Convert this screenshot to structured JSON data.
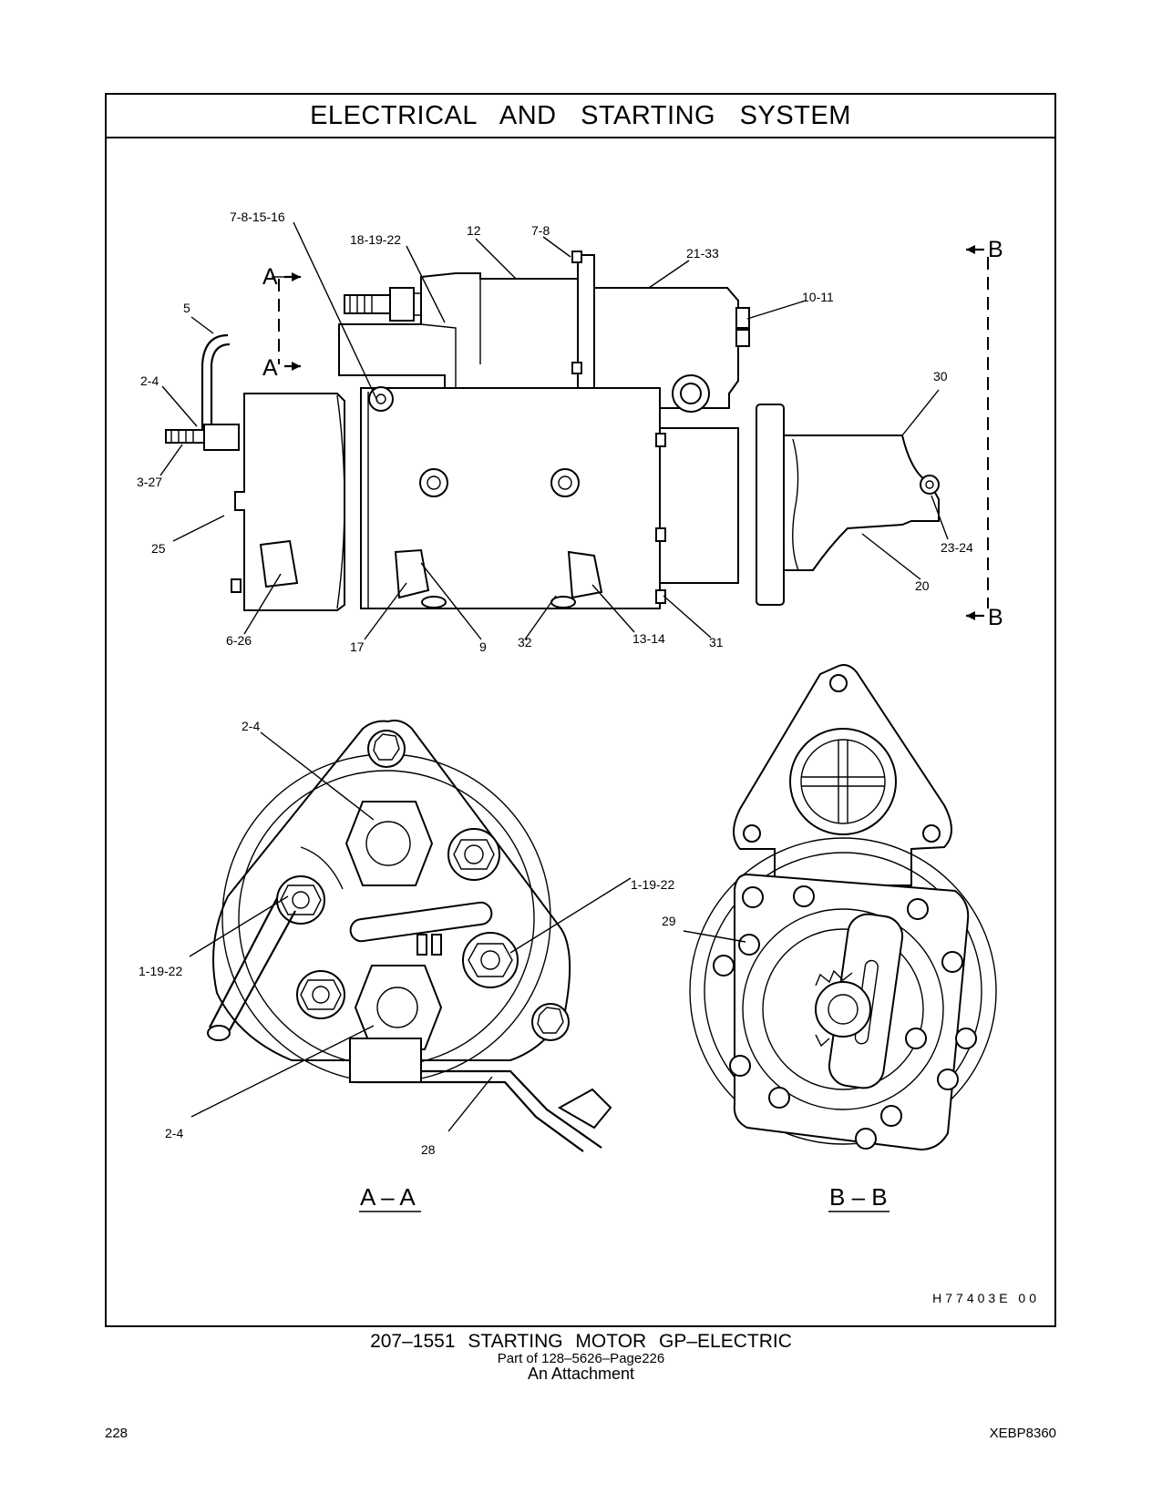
{
  "header": {
    "title": "ELECTRICAL AND STARTING SYSTEM"
  },
  "callouts": {
    "c_7_8_15_16": "7-8-15-16",
    "c_18_19_22": "18-19-22",
    "c_12": "12",
    "c_7_8": "7-8",
    "c_21_33": "21-33",
    "c_10_11": "10-11",
    "c_5": "5",
    "c_2_4_top": "2-4",
    "c_3_27": "3-27",
    "c_25": "25",
    "c_6_26": "6-26",
    "c_17": "17",
    "c_9": "9",
    "c_32": "32",
    "c_13_14": "13-14",
    "c_31": "31",
    "c_30": "30",
    "c_23_24": "23-24",
    "c_20": "20",
    "c_2_4_a": "2-4",
    "c_1_19_22_left": "1-19-22",
    "c_1_19_22_right": "1-19-22",
    "c_2_4_b": "2-4",
    "c_28": "28",
    "c_29": "29"
  },
  "section_markers": {
    "a": "A",
    "b": "B"
  },
  "views": {
    "aa": "A – A",
    "bb": "B – B"
  },
  "drawing_number": "H77403E 00",
  "caption": {
    "title": "207–1551 STARTING MOTOR GP–ELECTRIC",
    "subtitle": "Part of 128–5626–Page226",
    "attachment": "An Attachment"
  },
  "footer": {
    "page_number": "228",
    "doc_code": "XEBP8360"
  }
}
